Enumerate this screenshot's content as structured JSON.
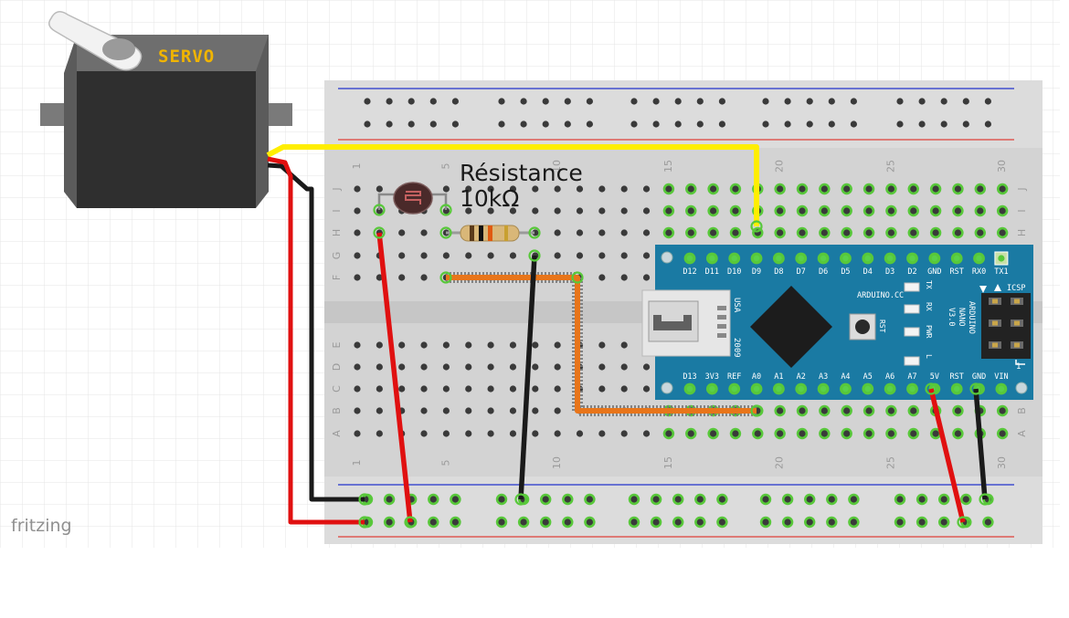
{
  "app": {
    "watermark": "fritzing"
  },
  "servo": {
    "label": "SERVO"
  },
  "annotation": {
    "line1": "Résistance",
    "line2": "10kΩ"
  },
  "breadboard": {
    "columns": 30,
    "rows_top": [
      "J",
      "I",
      "H",
      "G",
      "F"
    ],
    "rows_bottom": [
      "E",
      "D",
      "C",
      "B",
      "A"
    ],
    "column_numbers": [
      "1",
      "5",
      "10",
      "15",
      "20",
      "25",
      "30"
    ]
  },
  "arduino": {
    "top_pins": [
      "D12",
      "D11",
      "D10",
      "D9",
      "D8",
      "D7",
      "D6",
      "D5",
      "D4",
      "D3",
      "D2",
      "GND",
      "RST",
      "RX0",
      "TX1"
    ],
    "bottom_pins": [
      "D13",
      "3V3",
      "REF",
      "A0",
      "A1",
      "A2",
      "A3",
      "A4",
      "A5",
      "A6",
      "A7",
      "5V",
      "RST",
      "GND",
      "VIN"
    ],
    "leds": [
      "TX",
      "RX",
      "PWR",
      "L"
    ],
    "brand": "ARDUINO.CC",
    "usa": "USA",
    "year": "2009",
    "rst_label": "RST",
    "icsp_label": "ICSP",
    "side_text": [
      "ARDUINO",
      "NANO",
      "V3.0"
    ],
    "header_mark": "1"
  },
  "colors": {
    "grid": "#e4e4e4",
    "board": "#dcdcdc",
    "rail_blue": "#2233cc",
    "rail_red": "#e0403a",
    "hole": "#3a3a3a",
    "hole_active": "#58c83a",
    "arduino_blue": "#1a7aa3",
    "wire_yellow": "#ffee00",
    "wire_red": "#e01010",
    "wire_black": "#1a1a1a",
    "wire_orange": "#e8751a",
    "servo_body": "#2f2f2f",
    "servo_label": "#f0b400",
    "watermark": "#909090"
  }
}
